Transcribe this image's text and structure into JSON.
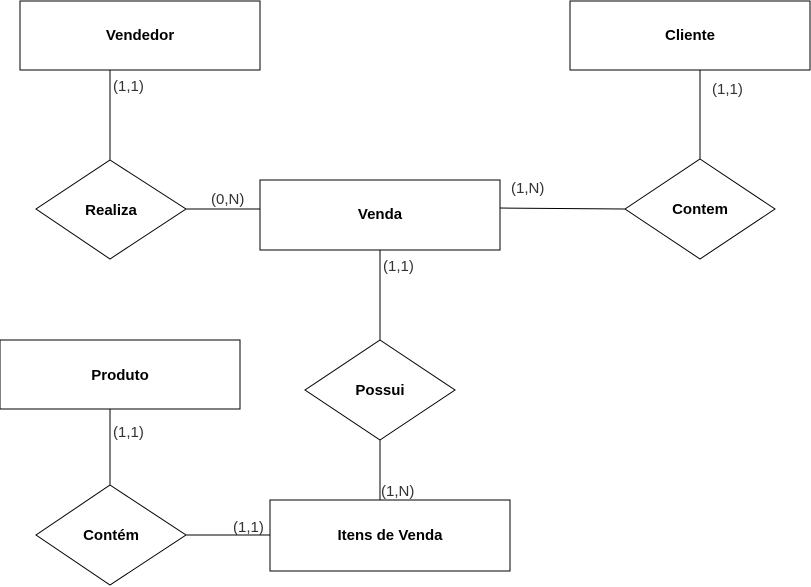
{
  "entities": {
    "vendedor": "Vendedor",
    "cliente": "Cliente",
    "venda": "Venda",
    "produto": "Produto",
    "itens_venda": "Itens de Venda"
  },
  "relationships": {
    "realiza": "Realiza",
    "contem": "Contem",
    "possui": "Possui",
    "contem_produto": "Contém"
  },
  "cardinalities": {
    "vendedor_realiza": "(1,1)",
    "realiza_venda": "(0,N)",
    "cliente_contem": "(1,1)",
    "venda_contem": "(1,N)",
    "venda_possui": "(1,1)",
    "possui_itens": "(1,N)",
    "produto_contem": "(1,1)",
    "contem_itens": "(1,1)"
  }
}
